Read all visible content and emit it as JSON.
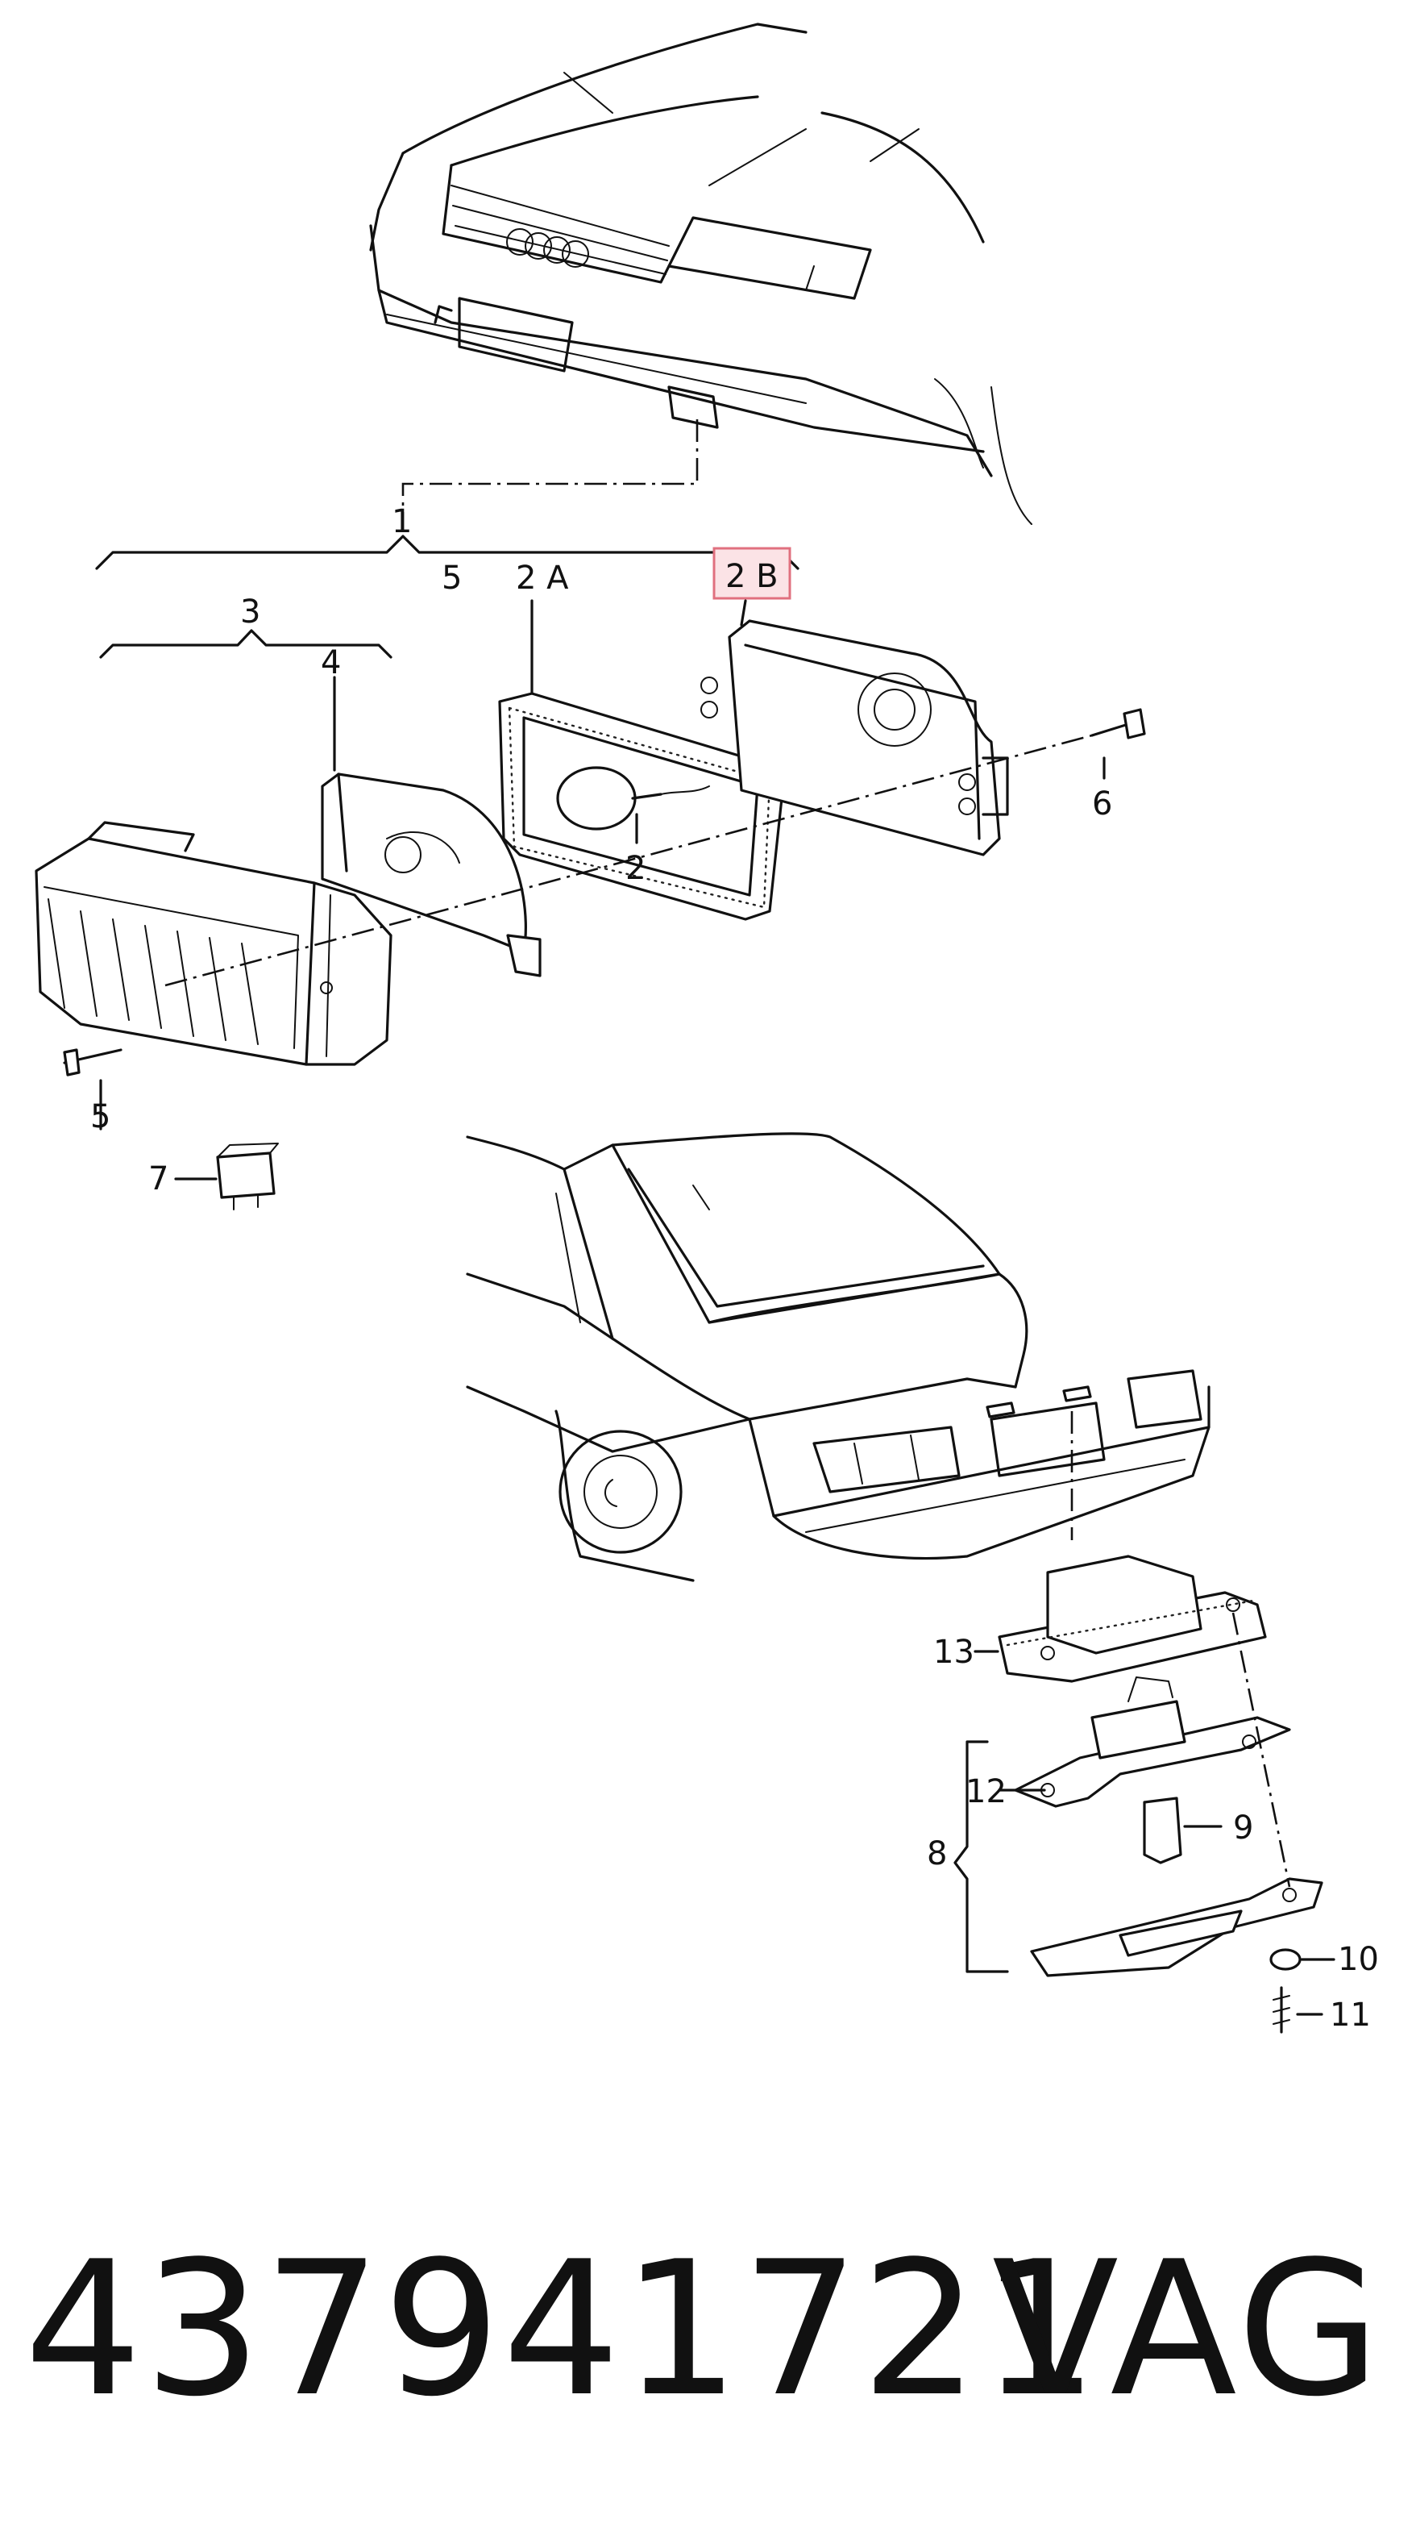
{
  "labels": {
    "l1": "1",
    "l2": "2",
    "l2a": "2 A",
    "l2b": "2 B",
    "l3": "3",
    "l4": "4",
    "l5_top": "5",
    "l5_bottom": "5",
    "l6": "6",
    "l7": "7",
    "l8": "8",
    "l9": "9",
    "l10": "10",
    "l11": "11",
    "l12": "12",
    "l13": "13"
  },
  "highlight": {
    "label": "2 B",
    "color": "#e0707f"
  },
  "footer": {
    "part_number": "437941721",
    "brand": "VAG"
  },
  "icons": [
    "car-front-icon",
    "fog-lamp-icon",
    "relay-icon",
    "car-rear-icon",
    "license-lamp-icon",
    "screw-icon",
    "bulb-icon"
  ]
}
